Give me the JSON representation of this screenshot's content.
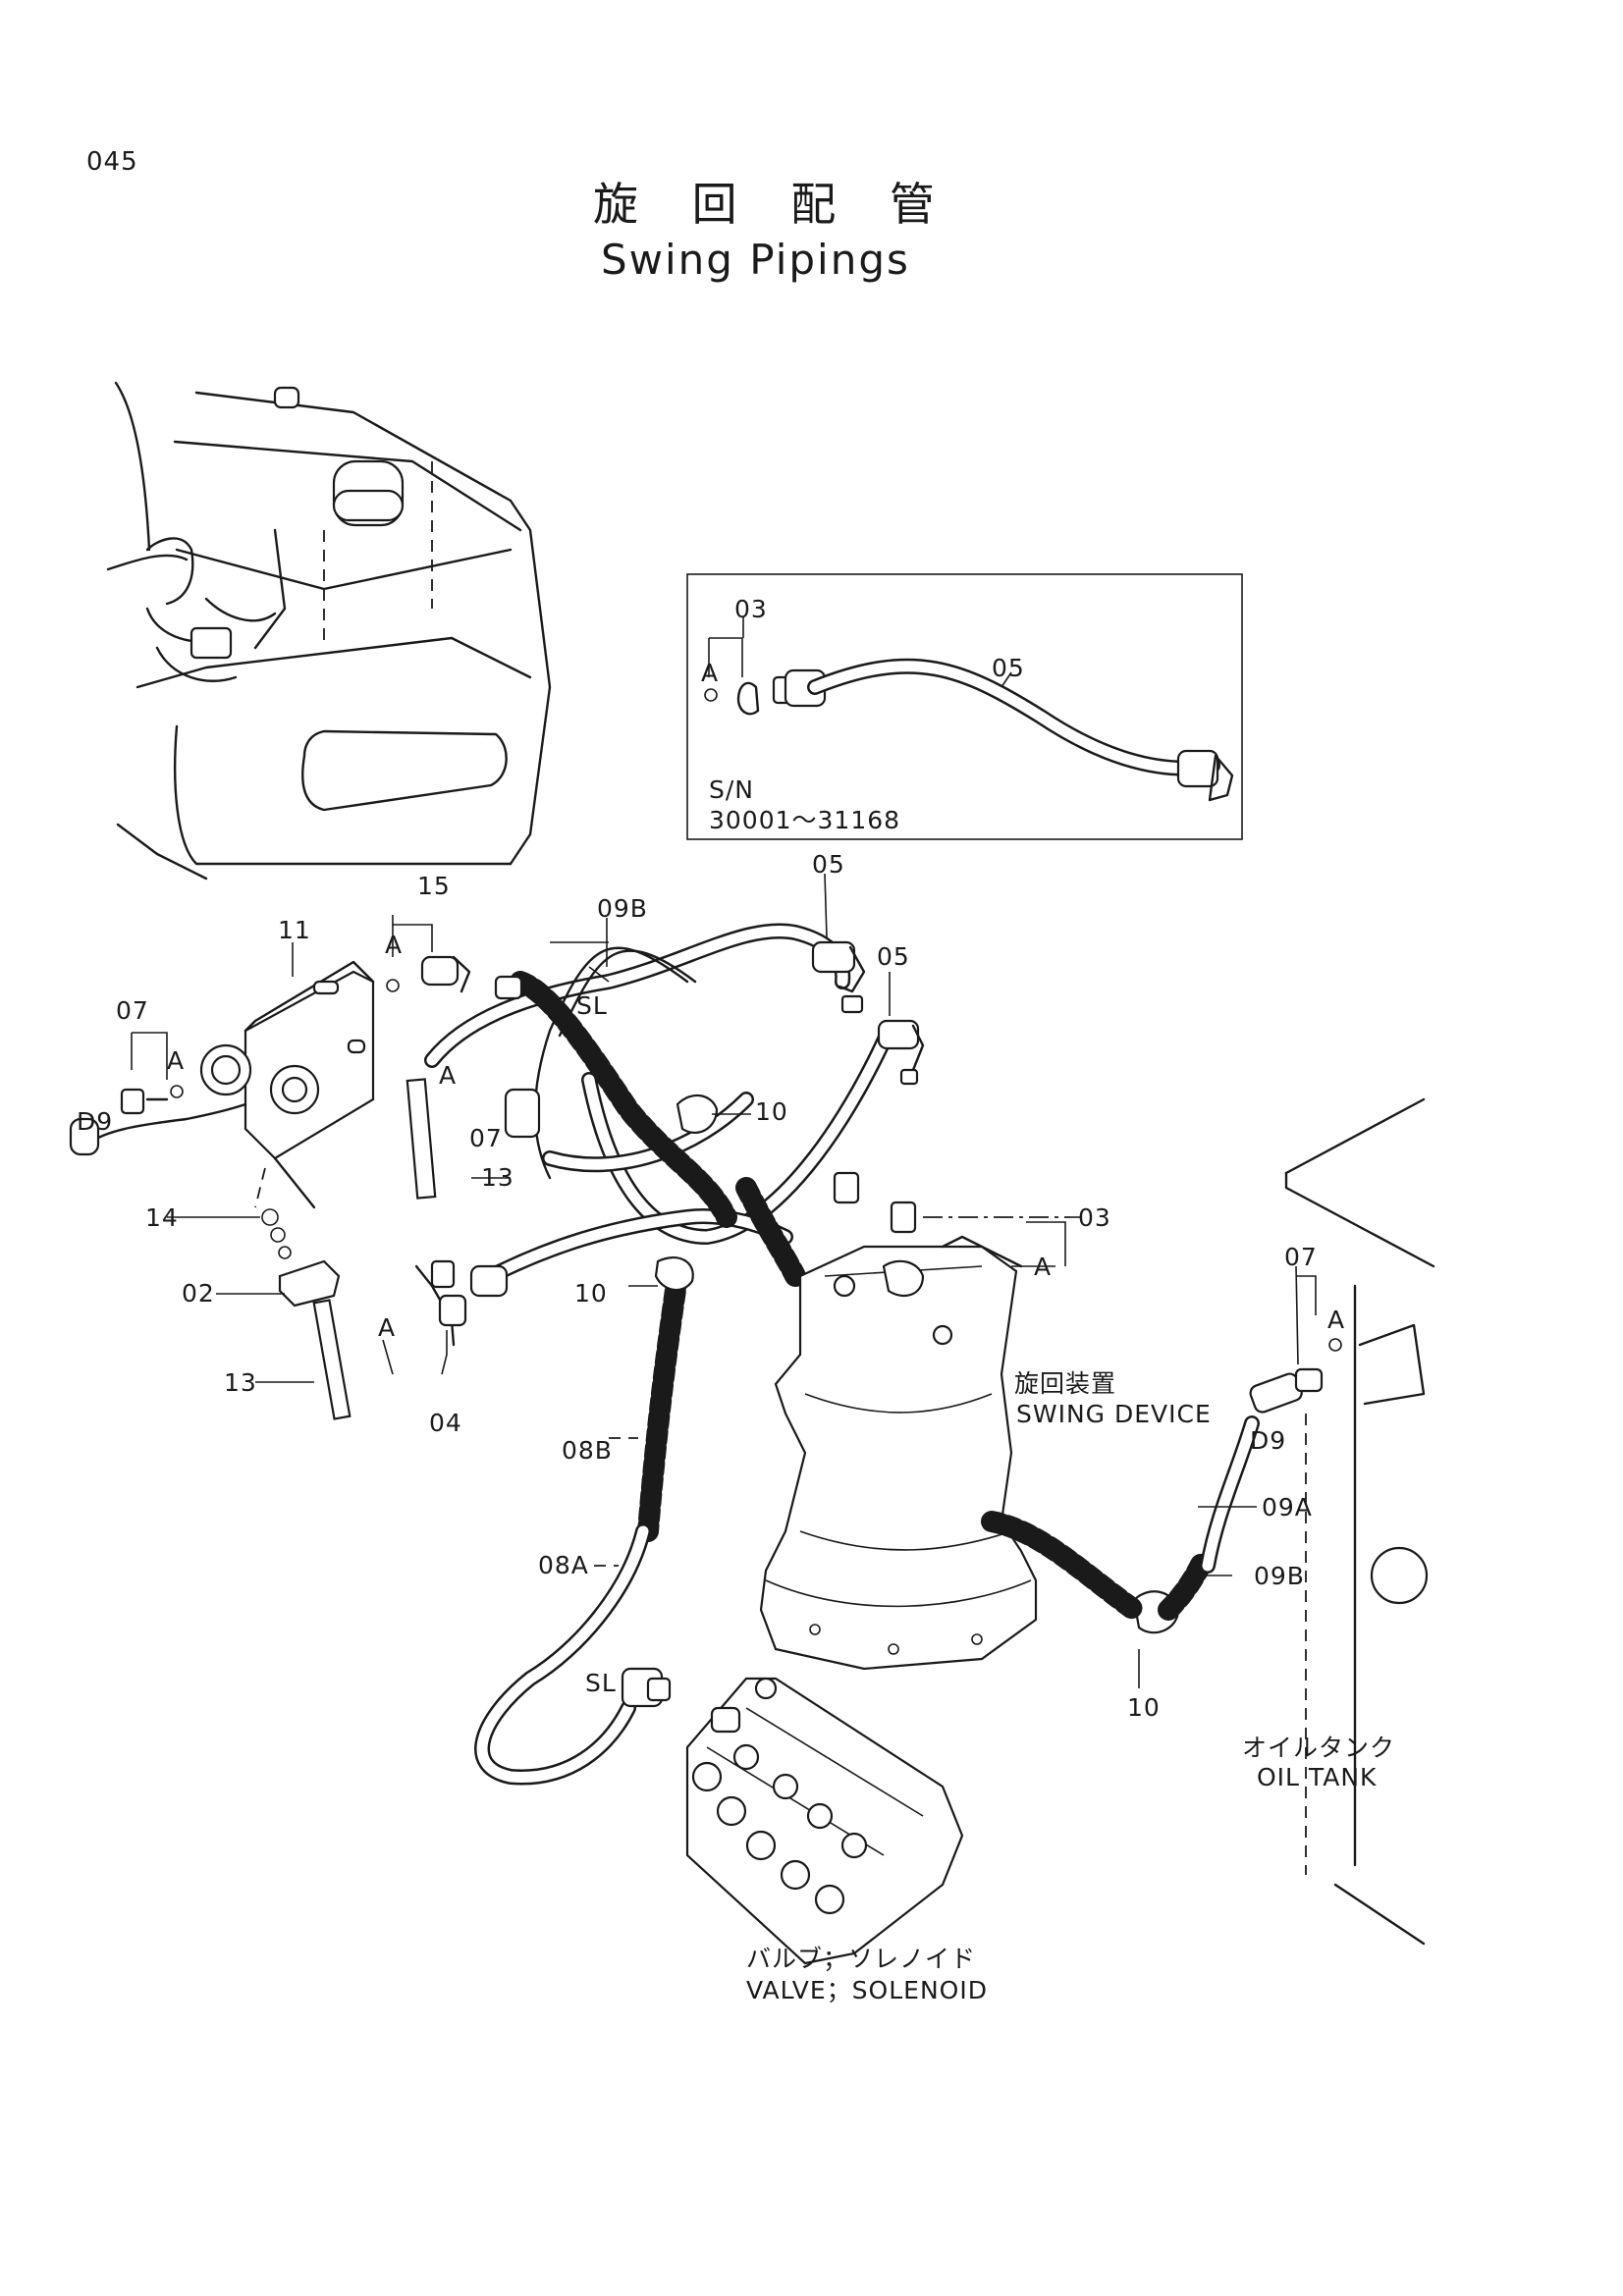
{
  "page": {
    "number": "045"
  },
  "title": {
    "japanese": "旋 回 配 管",
    "english": "Swing Pipings"
  },
  "inset": {
    "serial_label": "S/N",
    "serial_range": "30001～31168",
    "labels": {
      "p03": "03",
      "p05": "05",
      "pa": "A"
    }
  },
  "parts": {
    "p02": "02",
    "p03": "03",
    "p04": "04",
    "p05a": "05",
    "p05b": "05",
    "p07a": "07",
    "p07b": "07",
    "p07c": "07",
    "p08a": "08A",
    "p08b": "08B",
    "p09a": "09A",
    "p09b_top": "09B",
    "p09b_right": "09B",
    "p10a": "10",
    "p10b": "10",
    "p10c": "10",
    "p11": "11",
    "p13a": "13",
    "p13b": "13",
    "p14": "14",
    "p15": "15",
    "d9a": "D9",
    "d9b": "D9",
    "sl_a": "SL",
    "sl_b": "SL",
    "pa1": "A",
    "pa2": "A",
    "pa3": "A",
    "pa4": "A",
    "pa5": "A",
    "pa6": "A"
  },
  "components": {
    "swing_device_jp": "旋回装置",
    "swing_device_en": "SWING DEVICE",
    "oil_tank_jp": "オイルタンク",
    "oil_tank_en": "OIL TANK",
    "valve_jp": "バルブ；ソレノイド",
    "valve_en": "VALVE；SOLENOID"
  }
}
